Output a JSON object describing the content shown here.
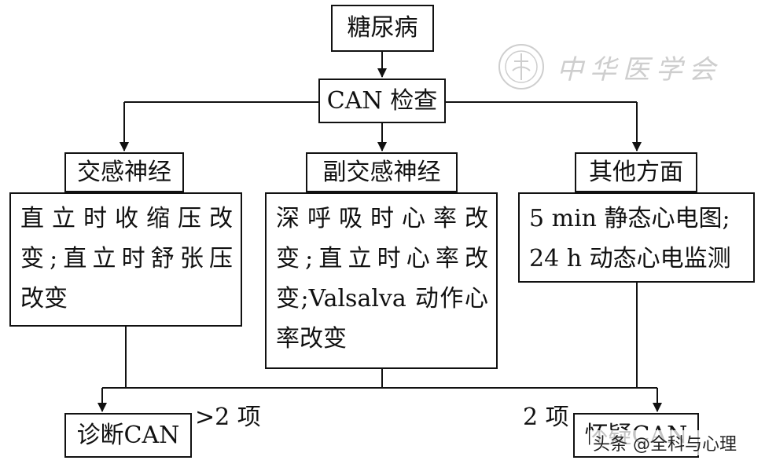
{
  "nodes": {
    "root": "糖尿病",
    "exam": "CAN 检查",
    "sympathetic": "交感神经",
    "parasympathetic": "副交感神经",
    "other": "其他方面",
    "diagnose": "诊断CAN",
    "suspect": "怀疑CAN"
  },
  "details": {
    "sympathetic": [
      "直立时收缩压改",
      "变;直立时舒张压",
      "改变"
    ],
    "parasympathetic": [
      "深呼吸时心率改",
      "变;直立时心率改",
      "变;Valsalva 动作心",
      "率改变"
    ],
    "other": [
      "5 min 静态心电图;",
      "24 h 动态心电监测"
    ]
  },
  "edge_labels": {
    "more_than_2": ">2 项",
    "two": "2 项"
  },
  "watermark": {
    "text": "中华医学会"
  },
  "credit": "头条 @全科与心理"
}
